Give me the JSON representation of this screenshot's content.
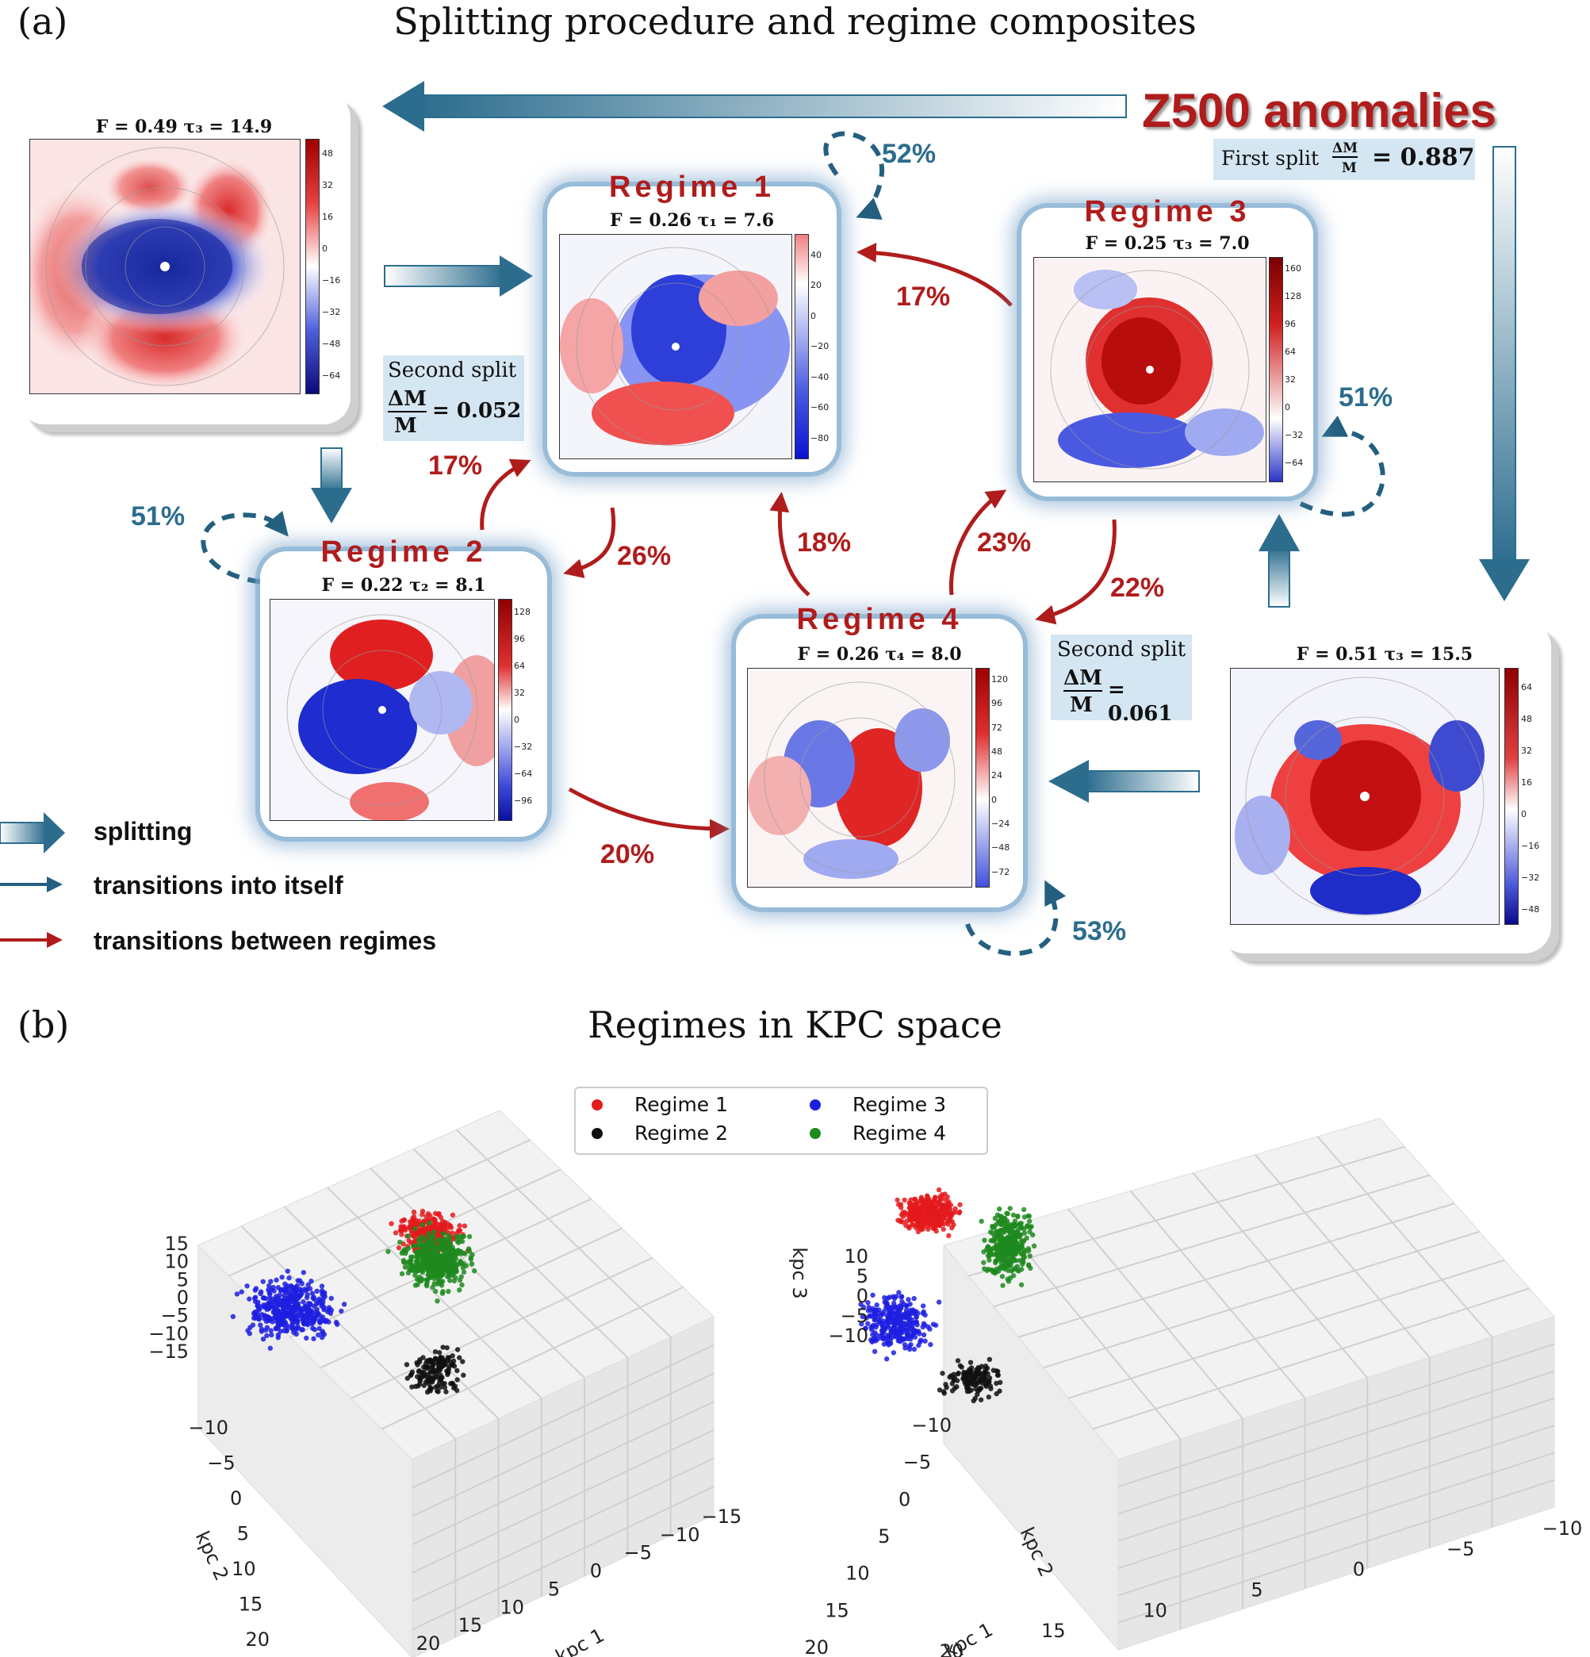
{
  "panel_a": {
    "letter": "(a)",
    "title": "Splitting procedure and regime composites",
    "z500_label": "Z500 anomalies",
    "first_split": {
      "prefix": "First split",
      "num": "ΔM",
      "den": "M",
      "value": "= 0.887"
    },
    "second_split_left": {
      "title": "Second split",
      "num": "ΔM",
      "den": "M",
      "value": "= 0.052"
    },
    "second_split_right": {
      "title": "Second split",
      "num": "ΔM",
      "den": "M",
      "value": "= 0.061"
    },
    "left_parent": {
      "label": "F = 0.49  τ₃ = 14.9",
      "ticks": [
        "48",
        "32",
        "16",
        "0",
        "−16",
        "−32",
        "−48",
        "−64"
      ]
    },
    "right_parent": {
      "label": "F = 0.51  τ₃ = 15.5",
      "ticks": [
        "64",
        "48",
        "32",
        "16",
        "0",
        "−16",
        "−32",
        "−48"
      ]
    },
    "regimes": [
      {
        "title": "Regime 1",
        "label": "F = 0.26  τ₁ = 7.6",
        "ticks": [
          "40",
          "20",
          "0",
          "−20",
          "−40",
          "−60",
          "−80"
        ]
      },
      {
        "title": "Regime 2",
        "label": "F = 0.22  τ₂ = 8.1",
        "ticks": [
          "128",
          "96",
          "64",
          "32",
          "0",
          "−32",
          "−64",
          "−96"
        ]
      },
      {
        "title": "Regime 3",
        "label": "F = 0.25  τ₃ = 7.0",
        "ticks": [
          "160",
          "128",
          "96",
          "64",
          "32",
          "0",
          "−32",
          "−64"
        ]
      },
      {
        "title": "Regime 4",
        "label": "F = 0.26  τ₄ = 8.0",
        "ticks": [
          "120",
          "96",
          "72",
          "48",
          "24",
          "0",
          "−24",
          "−48",
          "−72"
        ]
      }
    ],
    "percents": {
      "r1_self": "52%",
      "r2_self": "51%",
      "r3_self": "51%",
      "r4_self": "53%",
      "r3_to_r1": "17%",
      "r2_to_r1": "17%",
      "r1_to_r2": "26%",
      "r4_to_r1": "18%",
      "r4_to_r3": "23%",
      "r3_to_r4": "22%",
      "r2_to_r4": "20%"
    },
    "legend": {
      "splitting": "splitting",
      "self": "transitions into itself",
      "between": "transitions between regimes"
    },
    "colors": {
      "red": "#b01c1c",
      "blue": "#2c6d8e",
      "arrow_blue": "#2f6f90"
    }
  },
  "panel_b": {
    "letter": "(b)",
    "title": "Regimes in KPC space",
    "legend": [
      {
        "name": "Regime 1",
        "color": "#e41a1c"
      },
      {
        "name": "Regime 2",
        "color": "#111111"
      },
      {
        "name": "Regime 3",
        "color": "#1f1fe0"
      },
      {
        "name": "Regime 4",
        "color": "#1e8a1e"
      }
    ],
    "left_plot": {
      "kpc3_ticks": [
        "15",
        "10",
        "5",
        "0",
        "−5",
        "−10",
        "−15"
      ],
      "kpc2_ticks": [
        "−10",
        "−5",
        "0",
        "5",
        "10",
        "15",
        "20"
      ],
      "kpc1_ticks": [
        "20",
        "15",
        "10",
        "5",
        "0",
        "−5",
        "−10",
        "−15"
      ],
      "kpc1_label": "kpc 1",
      "kpc2_label": "kpc 2"
    },
    "right_plot": {
      "kpc3_ticks": [
        "10",
        "5",
        "0",
        "−5",
        "−10"
      ],
      "kpc2_ticks": [
        "−10",
        "−5",
        "0",
        "5",
        "10",
        "15",
        "20"
      ],
      "kpc1_ticks": [
        "20",
        "15",
        "10",
        "5",
        "0",
        "−5",
        "−10"
      ],
      "kpc1_label": "kpc 1",
      "kpc2_label": "kpc 2",
      "kpc3_label": "kpc 3"
    }
  }
}
